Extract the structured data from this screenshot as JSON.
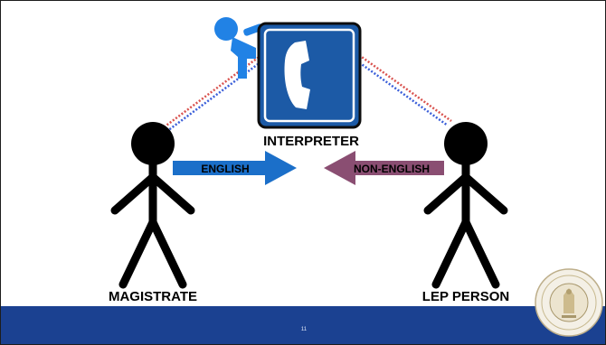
{
  "slide": {
    "interpreter_label": "INTERPRETER",
    "magistrate_label": "MAGISTRATE",
    "lep_label": "LEP PERSON",
    "english_arrow_label": "ENGLISH",
    "non_english_arrow_label": "NON-ENGLISH",
    "page_number": "11"
  },
  "icons": {
    "phone_sign": "phone-icon",
    "interpreter_figure": "person-icon",
    "seal": "court-seal-icon"
  },
  "colors": {
    "footer_bar": "#1b4191",
    "english_arrow": "#1b6fc9",
    "non_english_arrow": "#8a4e72",
    "phone_sign_bg": "#1c5aa6",
    "interpreter_figure": "#2182e5",
    "dotted_red": "#d9534f",
    "dotted_blue": "#3b5fd9"
  }
}
